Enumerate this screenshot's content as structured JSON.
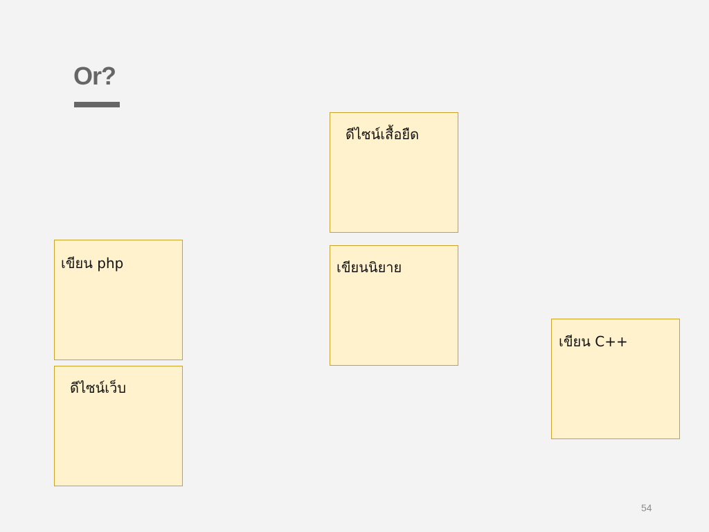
{
  "slide": {
    "title": "Or?",
    "page_number": "54",
    "colors": {
      "background": "#f3f3f3",
      "title": "#666666",
      "note_fill": "#fff2cc",
      "note_border": "#c9a227"
    }
  },
  "notes": [
    {
      "id": "tshirt-design",
      "text": "ดีไซน์เสื้อยืด"
    },
    {
      "id": "write-php",
      "text": "เขียน php"
    },
    {
      "id": "write-novel",
      "text": "เขียนนิยาย"
    },
    {
      "id": "web-design",
      "text": "ดีไซน์เว็บ"
    },
    {
      "id": "write-cpp",
      "text": "เขียน C++"
    }
  ]
}
